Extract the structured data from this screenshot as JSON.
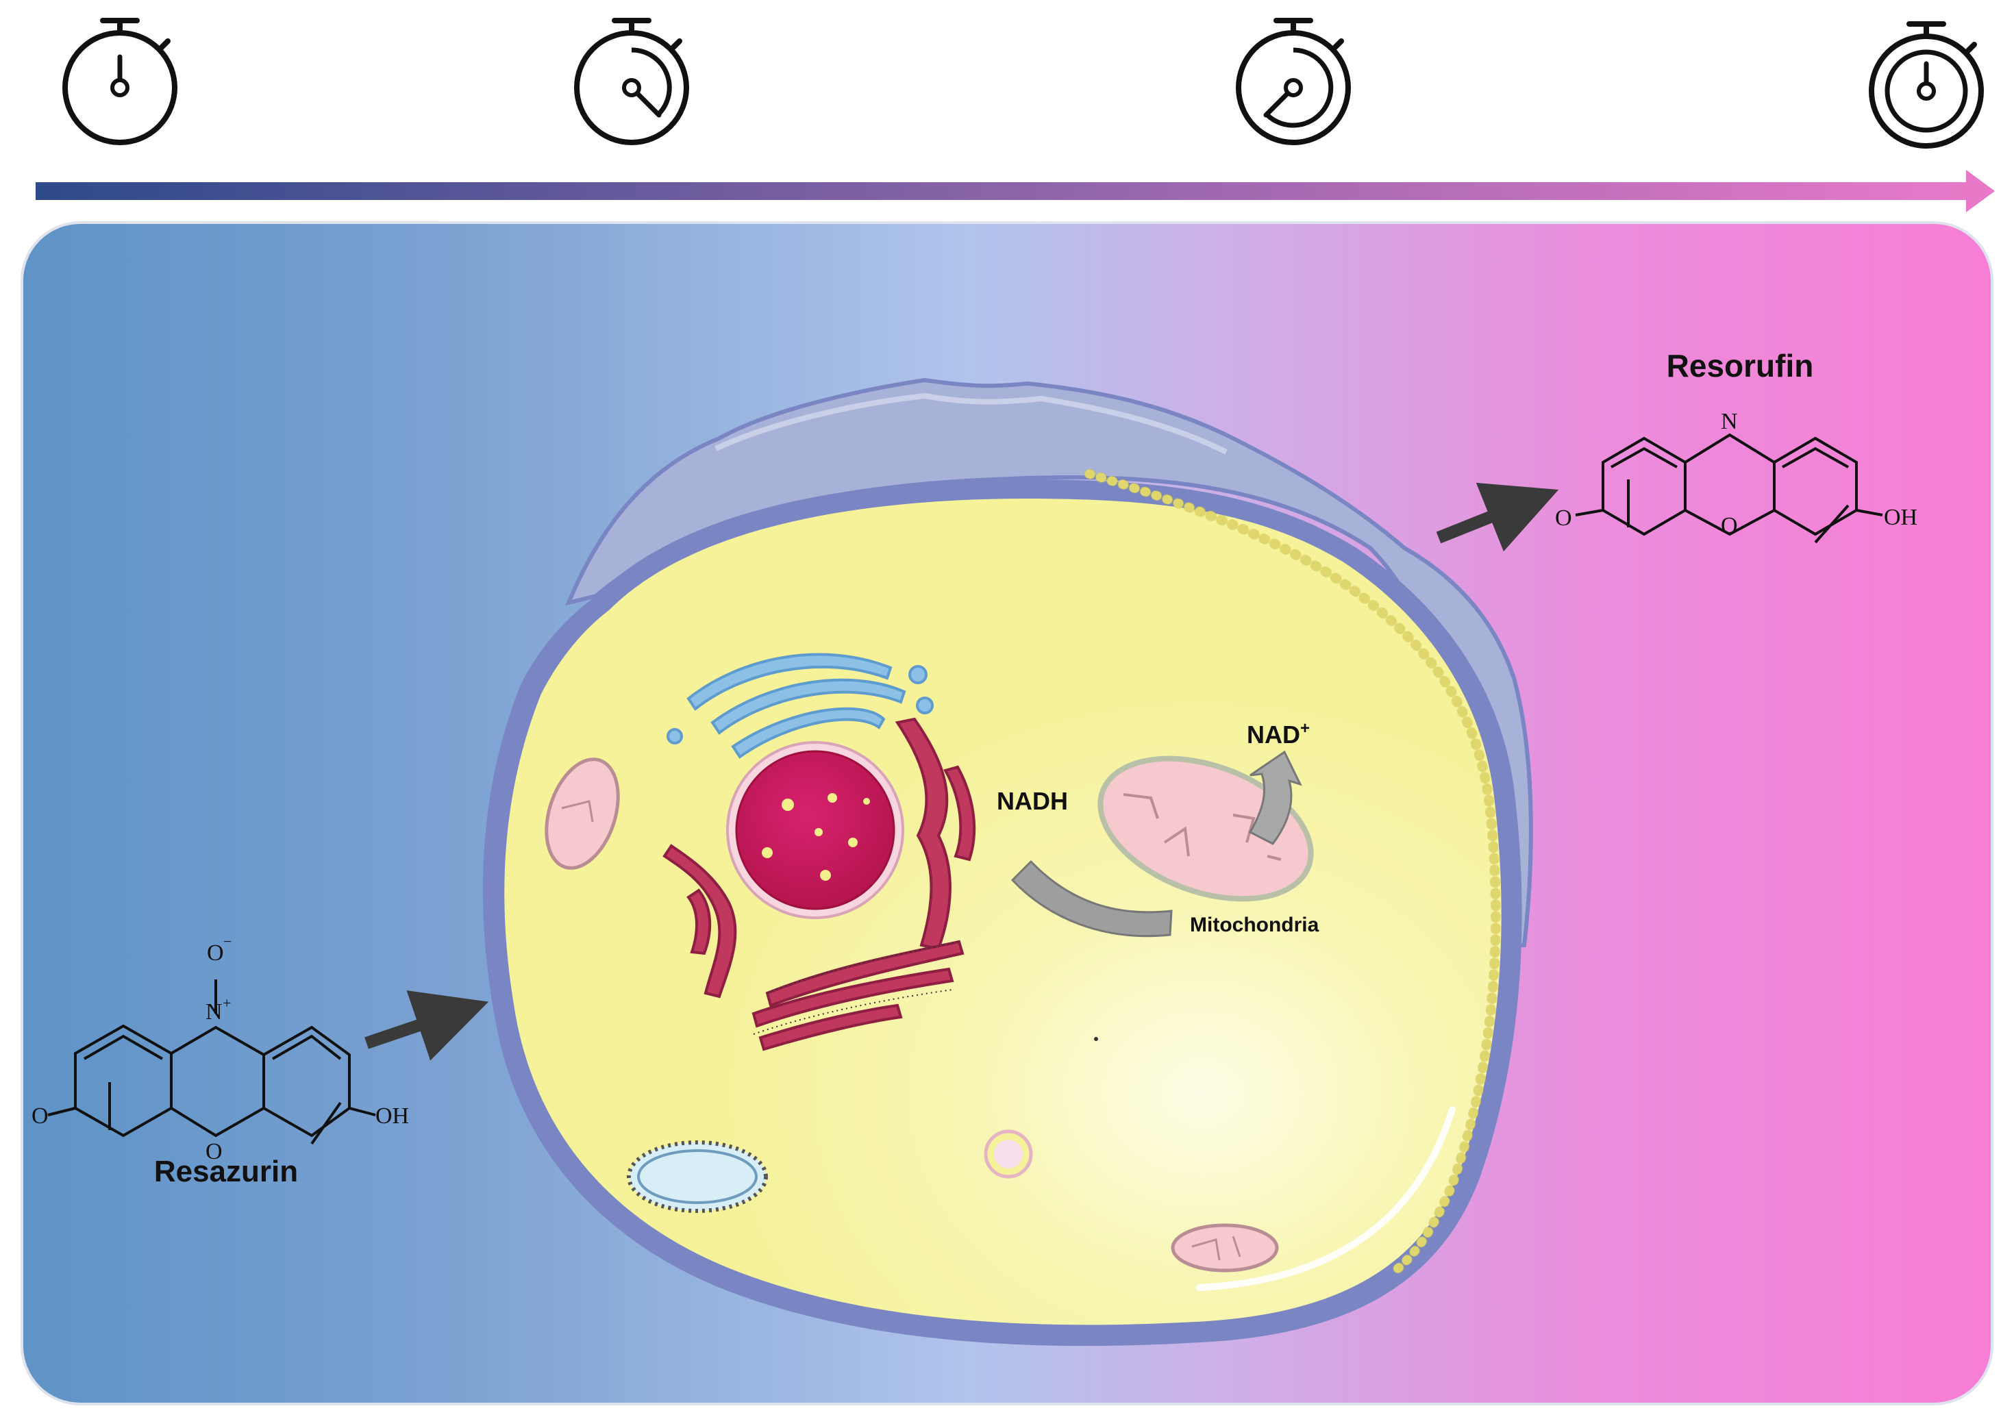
{
  "resazurin": {
    "name": "Resazurin",
    "atoms": {
      "n": "N",
      "n_charge": "+",
      "o_top": "O",
      "o_top_charge": "−",
      "o_left": "O",
      "o_ring": "O",
      "oh": "OH"
    }
  },
  "resorufin": {
    "name": "Resorufin",
    "atoms": {
      "n": "N",
      "o_left": "O",
      "o_ring": "O",
      "oh": "OH"
    }
  },
  "cell": {
    "nadh": "NADH",
    "nad": "NAD",
    "nad_charge": "+",
    "mitochondria": "Mitochondria"
  },
  "timeline": {
    "icons": [
      "stopwatch-icon",
      "stopwatch-icon",
      "stopwatch-icon",
      "stopwatch-icon"
    ]
  },
  "colors": {
    "timeline_start": "#2d4a8a",
    "timeline_end": "#e879c9",
    "panel_start": "#5f93c6",
    "panel_mid": "#b0c4ec",
    "panel_end": "#f77ed5",
    "cytoplasm": "#f5f29a",
    "membrane": "#7a86c4",
    "nucleus": "#c8195f",
    "mitochondrion": "#f6c9cf"
  }
}
